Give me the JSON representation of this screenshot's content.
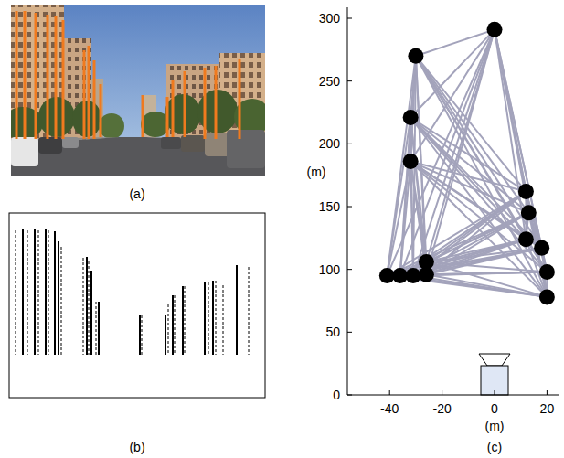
{
  "diagram": {
    "labels": [
      "(a)",
      "(b)",
      "300",
      "250",
      "200",
      "150",
      "100",
      "50",
      "0",
      "(m)",
      "-40",
      "-20",
      "0",
      "20",
      "(m)",
      "(c)"
    ]
  }
}
